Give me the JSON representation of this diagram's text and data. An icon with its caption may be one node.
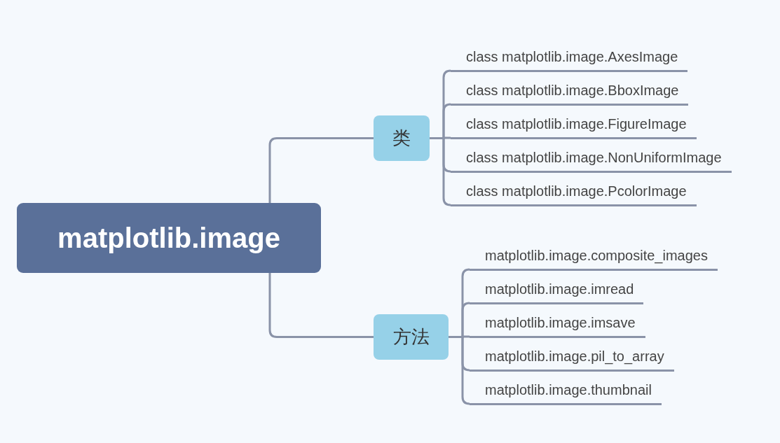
{
  "diagram": {
    "nodes": [
      {
        "text": [
          "matplotlib.image"
        ]
      },
      {
        "text": [
          "类"
        ]
      },
      {
        "text": [
          "class matplotlib.image.AxesImage"
        ]
      },
      {
        "text": [
          "class matplotlib.image.BboxImage"
        ]
      },
      {
        "text": [
          "class matplotlib.image.FigureImage"
        ]
      },
      {
        "text": [
          "class matplotlib.image.NonUniformImage"
        ]
      },
      {
        "text": [
          "class matplotlib.image.PcolorImage"
        ]
      },
      {
        "text": [
          "方法"
        ]
      },
      {
        "text": [
          "matplotlib.image.composite_images"
        ]
      },
      {
        "text": [
          "matplotlib.image.imread"
        ]
      },
      {
        "text": [
          "matplotlib.image.imsave"
        ]
      },
      {
        "text": [
          "matplotlib.image.pil_to_array"
        ]
      },
      {
        "text": [
          "matplotlib.image.thumbnail"
        ]
      }
    ],
    "edges": [
      {
        "from": 0,
        "to": 1,
        "arrow": "none"
      },
      {
        "from": 1,
        "to": 2,
        "arrow": "none"
      },
      {
        "from": 1,
        "to": 3,
        "arrow": "none"
      },
      {
        "from": 1,
        "to": 4,
        "arrow": "none"
      },
      {
        "from": 1,
        "to": 5,
        "arrow": "none"
      },
      {
        "from": 1,
        "to": 6,
        "arrow": "none"
      },
      {
        "from": 0,
        "to": 7,
        "arrow": "none"
      },
      {
        "from": 7,
        "to": 8,
        "arrow": "none"
      },
      {
        "from": 7,
        "to": 9,
        "arrow": "none"
      },
      {
        "from": 7,
        "to": 10,
        "arrow": "none"
      },
      {
        "from": 7,
        "to": 11,
        "arrow": "none"
      },
      {
        "from": 7,
        "to": 12,
        "arrow": "none"
      }
    ]
  }
}
